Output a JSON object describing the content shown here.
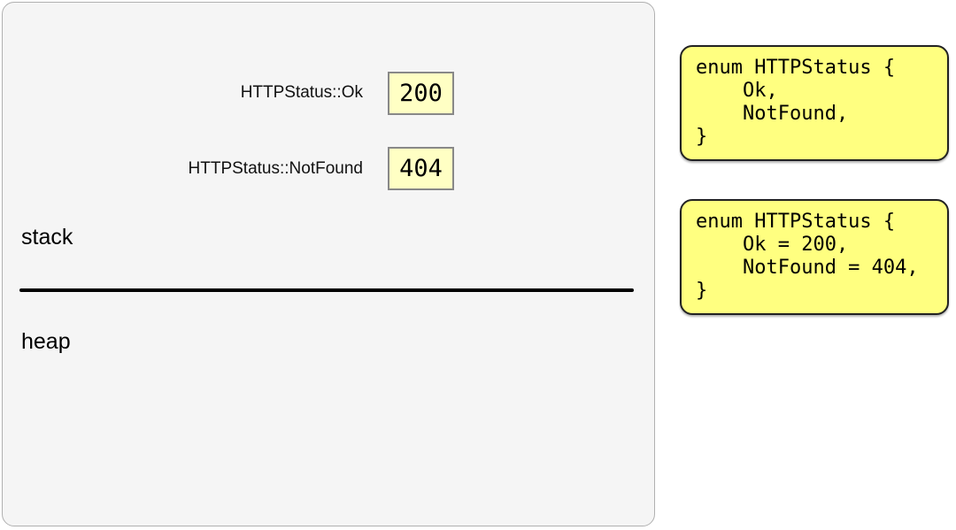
{
  "memory": {
    "variables": [
      {
        "label": "HTTPStatus::Ok",
        "value": "200"
      },
      {
        "label": "HTTPStatus::NotFound",
        "value": "404"
      }
    ],
    "stack_label": "stack",
    "heap_label": "heap"
  },
  "code_blocks": [
    {
      "code": "enum HTTPStatus {\n    Ok,\n    NotFound,\n}"
    },
    {
      "code": "enum HTTPStatus {\n    Ok = 200,\n    NotFound = 404,\n}"
    }
  ],
  "colors": {
    "code_bg": "#ffff80",
    "value_bg": "#ffffc4",
    "memory_bg": "#f5f5f5"
  }
}
